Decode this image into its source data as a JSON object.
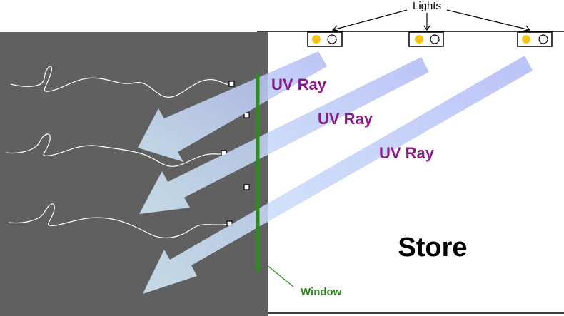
{
  "labels": {
    "lights": "Lights",
    "uv_ray": [
      "UV Ray",
      "UV Ray",
      "UV Ray"
    ],
    "store": "Store",
    "window": "Window"
  },
  "colors": {
    "outside_bg": "#606060",
    "store_bg": "#ffffff",
    "window": "#2e8b1e",
    "uv_label": "#8b1a8b",
    "window_label": "#2e8b1e",
    "bulb": "#f5c518",
    "ray_start": "#b0b8f5",
    "ray_end": "#d8f0ff",
    "fiber": "#ffffff"
  },
  "icons": [
    "light-fixture-icon",
    "uv-ray-arrow",
    "fabric-fiber-icon"
  ]
}
